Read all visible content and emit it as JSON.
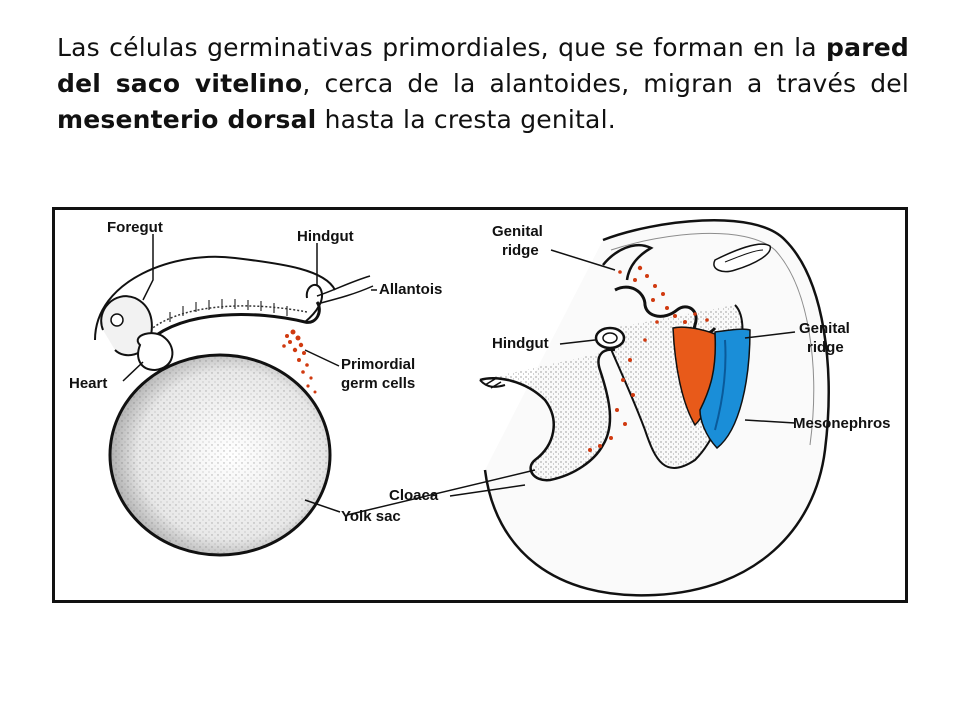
{
  "caption": {
    "part1": "Las células germinativas primordiales, que se forman en la ",
    "bold1": "pared del saco vitelino",
    "part2": ", cerca de la alantoides, migran a través del ",
    "bold2": "mesenterio dorsal",
    "part3": " hasta la cresta genital."
  },
  "left_figure": {
    "labels": {
      "foregut": "Foregut",
      "hindgut": "Hindgut",
      "allantois": "Allantois",
      "primordial1": "Primordial",
      "primordial2": "germ cells",
      "heart": "Heart",
      "yolk": "Yolk sac"
    }
  },
  "right_figure": {
    "labels": {
      "genital1": "Genital",
      "genital1b": "ridge",
      "hindgut": "Hindgut",
      "genital2": "Genital",
      "genital2b": "ridge",
      "mesonephros": "Mesonephros",
      "cloaca": "Cloaca"
    }
  },
  "colors": {
    "germ_cells": "#d03a10",
    "genital_ridge_fill": "#e85a1a",
    "mesonephros_fill": "#1a8ed8",
    "outline": "#111111"
  }
}
